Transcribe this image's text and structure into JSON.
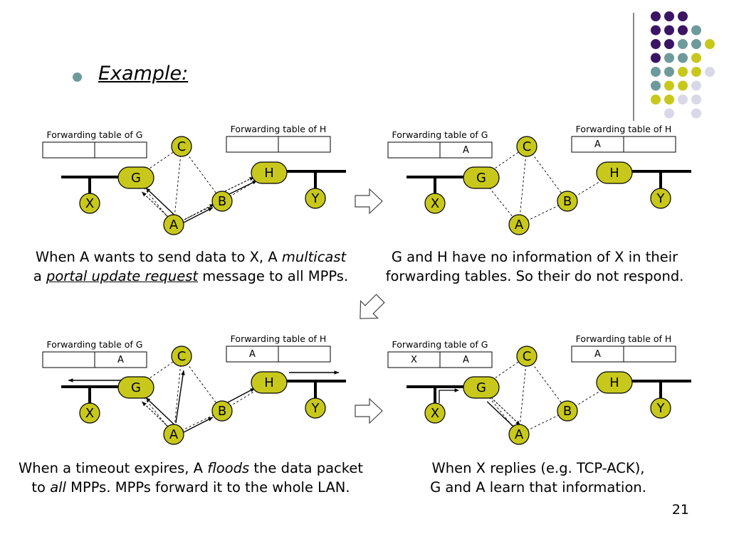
{
  "bullet_title": "Example:",
  "page_number": "21",
  "colors": {
    "node": "#c8c81c",
    "purple": "#3b1464",
    "teal": "#6f9a9c",
    "yellow": "#c8c81c",
    "lavender": "#d8d8e8"
  },
  "panels": [
    {
      "table_g_label": "Forwarding table of G",
      "table_g_cells": [
        "",
        ""
      ],
      "table_h_label": "Forwarding table of H",
      "table_h_cells": [
        "",
        ""
      ],
      "nodes": {
        "G": "G",
        "H": "H",
        "C": "C",
        "B": "B",
        "A": "A",
        "X": "X",
        "Y": "Y"
      }
    },
    {
      "table_g_label": "Forwarding table of G",
      "table_g_cells": [
        "",
        "A"
      ],
      "table_h_label": "Forwarding table of H",
      "table_h_cells": [
        "A",
        ""
      ],
      "nodes": {
        "G": "G",
        "H": "H",
        "C": "C",
        "B": "B",
        "A": "A",
        "X": "X",
        "Y": "Y"
      }
    },
    {
      "table_g_label": "Forwarding table of G",
      "table_g_cells": [
        "",
        "A"
      ],
      "table_h_label": "Forwarding table of H",
      "table_h_cells": [
        "A",
        ""
      ],
      "nodes": {
        "G": "G",
        "H": "H",
        "C": "C",
        "B": "B",
        "A": "A",
        "X": "X",
        "Y": "Y"
      }
    },
    {
      "table_g_label": "Forwarding table of G",
      "table_g_cells": [
        "X",
        "A"
      ],
      "table_h_label": "Forwarding table of H",
      "table_h_cells": [
        "A",
        ""
      ],
      "nodes": {
        "G": "G",
        "H": "H",
        "C": "C",
        "B": "B",
        "A": "A",
        "X": "X",
        "Y": "Y"
      }
    }
  ],
  "captions": {
    "c1": {
      "l1a": "When A wants to send data to X, A ",
      "l1b": "multicast",
      "l2a": "a ",
      "l2b": "portal update request",
      "l2c": " message to all MPPs."
    },
    "c2": {
      "l1": "G and H have no information of X in their",
      "l2": "forwarding tables. So their do not respond."
    },
    "c3": {
      "l1a": "When a timeout expires, A ",
      "l1b": "floods",
      "l1c": " the data packet",
      "l2a": "to ",
      "l2b": "all",
      "l2c": " MPPs. MPPs forward it to the whole LAN."
    },
    "c4": {
      "l1": "When X replies (e.g. TCP-ACK),",
      "l2": "G and A learn that information."
    }
  }
}
